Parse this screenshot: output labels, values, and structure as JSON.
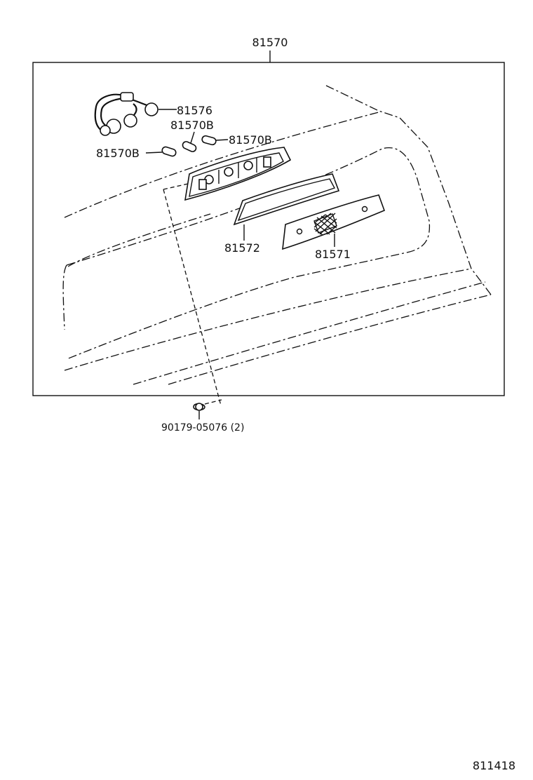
{
  "labels": {
    "assembly": "81570",
    "harness": "81576",
    "bulb_a": "81570B",
    "bulb_b": "81570B",
    "bulb_c": "81570B",
    "gasket": "81572",
    "lens": "81571",
    "fastener": "90179-05076 (2)",
    "ref_code": "811418"
  }
}
